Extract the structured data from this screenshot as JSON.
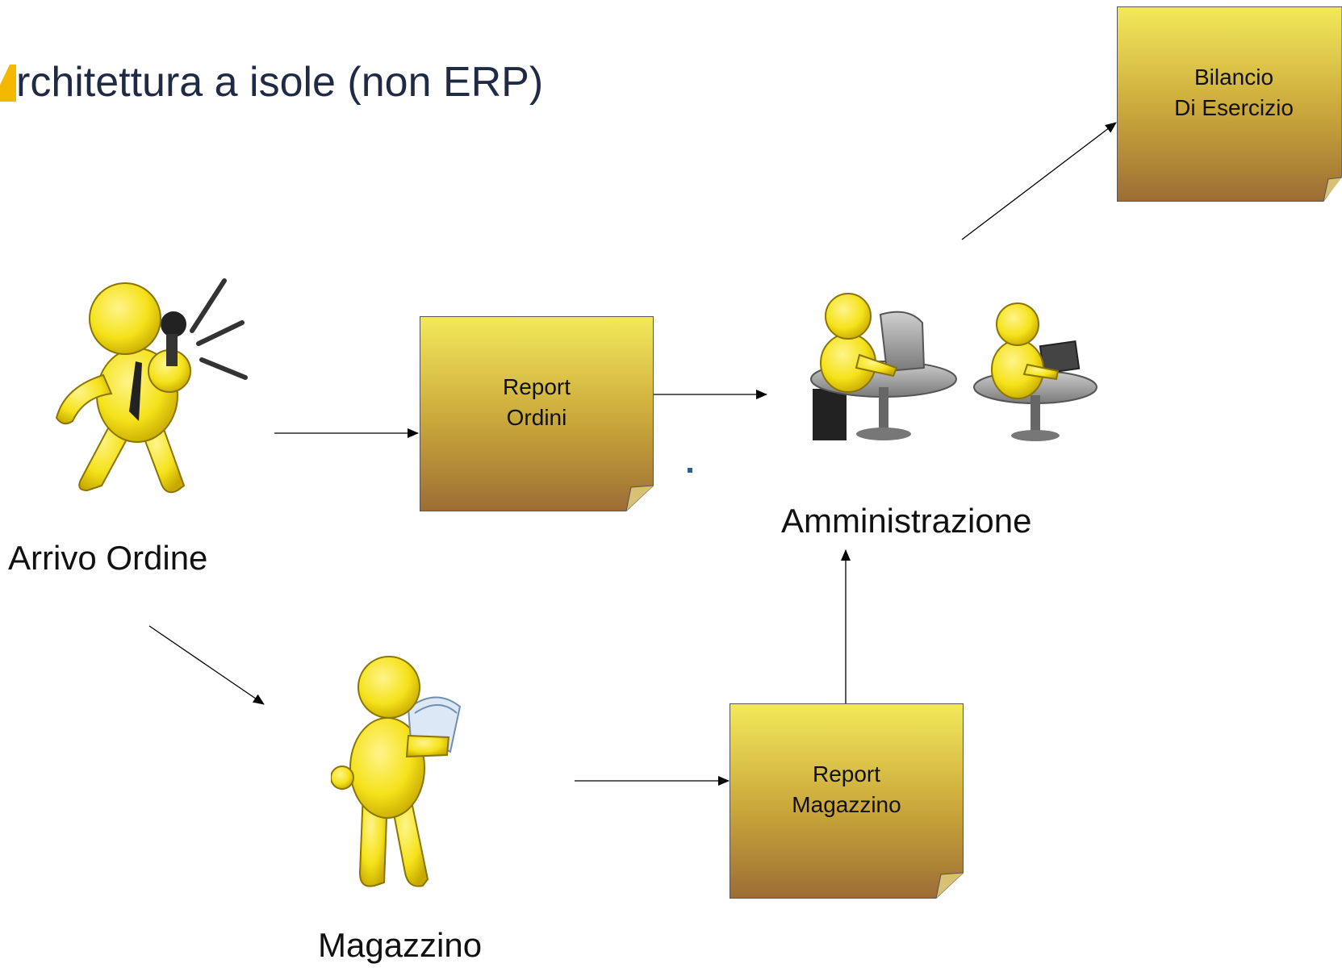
{
  "diagram": {
    "title": "rchitettura a isole (non ERP)",
    "actors": {
      "arrivo_ordine": "Arrivo Ordine",
      "amministrazione": "Amministrazione",
      "magazzino": "Magazzino"
    },
    "documents": {
      "report_ordini": [
        "Report",
        "Ordini"
      ],
      "report_magazzino": [
        "Report",
        "Magazzino"
      ],
      "bilancio": [
        "Bilancio",
        "Di Esercizio"
      ]
    },
    "colors": {
      "note_top": "#f3e95a",
      "note_mid": "#c9a63a",
      "note_bottom": "#9c6d35",
      "figure": "#f5e21a",
      "figure_dark": "#c7a900",
      "title_accent": "#f5b800",
      "title_text": "#1f2a44"
    },
    "icons": [
      "megaphone-person-icon",
      "desk-workers-icon",
      "reading-person-icon"
    ]
  }
}
